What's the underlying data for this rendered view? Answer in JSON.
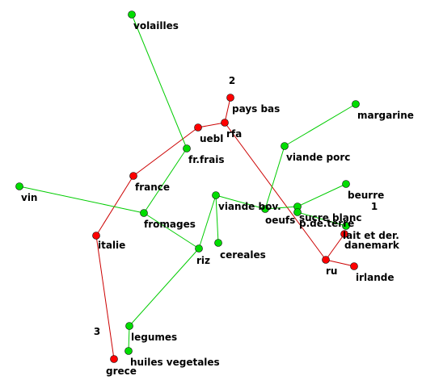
{
  "colors": {
    "background": "#ffffff",
    "country_node": "#ff0000",
    "product_node": "#00dd00",
    "country_edge": "#cc0000",
    "product_edge": "#00cc00",
    "text": "#000000"
  },
  "cluster_labels": [
    "2",
    "1",
    "3"
  ],
  "countries": [
    {
      "id": "pays_bas",
      "label": "pays bas"
    },
    {
      "id": "rfa",
      "label": "rfa"
    },
    {
      "id": "uebl",
      "label": "uebl"
    },
    {
      "id": "france",
      "label": "france"
    },
    {
      "id": "italie",
      "label": "italie"
    },
    {
      "id": "grece",
      "label": "grece"
    },
    {
      "id": "danemark",
      "label": "danemark"
    },
    {
      "id": "ru",
      "label": "ru"
    },
    {
      "id": "irlande",
      "label": "irlande"
    }
  ],
  "products": [
    {
      "id": "volailles",
      "label": "volailles"
    },
    {
      "id": "margarine",
      "label": "margarine"
    },
    {
      "id": "fr_frais",
      "label": "fr.frais"
    },
    {
      "id": "viande_porc",
      "label": "viande porc"
    },
    {
      "id": "beurre",
      "label": "beurre"
    },
    {
      "id": "vin",
      "label": "vin"
    },
    {
      "id": "viande_bov",
      "label": "viande bov."
    },
    {
      "id": "sucre_blanc",
      "label": "sucre blanc"
    },
    {
      "id": "oeufs",
      "label": "oeufs"
    },
    {
      "id": "p_de_terre",
      "label": "p.de.terre"
    },
    {
      "id": "fromages",
      "label": "fromages"
    },
    {
      "id": "lait_et_der",
      "label": "lait et der."
    },
    {
      "id": "cereales",
      "label": "cereales"
    },
    {
      "id": "riz",
      "label": "riz"
    },
    {
      "id": "legumes",
      "label": "legumes"
    },
    {
      "id": "huiles_vegetales",
      "label": "huiles vegetales"
    }
  ],
  "country_edges": [
    [
      "pays_bas",
      "rfa"
    ],
    [
      "rfa",
      "uebl"
    ],
    [
      "uebl",
      "france"
    ],
    [
      "france",
      "italie"
    ],
    [
      "italie",
      "grece"
    ],
    [
      "rfa",
      "ru"
    ],
    [
      "ru",
      "irlande"
    ],
    [
      "ru",
      "danemark"
    ]
  ],
  "product_edges": [
    [
      "volailles",
      "fr_frais"
    ],
    [
      "fr_frais",
      "fromages"
    ],
    [
      "vin",
      "fromages"
    ],
    [
      "fromages",
      "riz"
    ],
    [
      "riz",
      "viande_bov"
    ],
    [
      "viande_bov",
      "oeufs"
    ],
    [
      "viande_bov",
      "cereales"
    ],
    [
      "oeufs",
      "viande_porc"
    ],
    [
      "viande_porc",
      "margarine"
    ],
    [
      "oeufs",
      "sucre_blanc"
    ],
    [
      "sucre_blanc",
      "beurre"
    ],
    [
      "sucre_blanc",
      "p_de_terre"
    ],
    [
      "p_de_terre",
      "lait_et_der"
    ],
    [
      "riz",
      "legumes"
    ],
    [
      "legumes",
      "huiles_vegetales"
    ]
  ]
}
